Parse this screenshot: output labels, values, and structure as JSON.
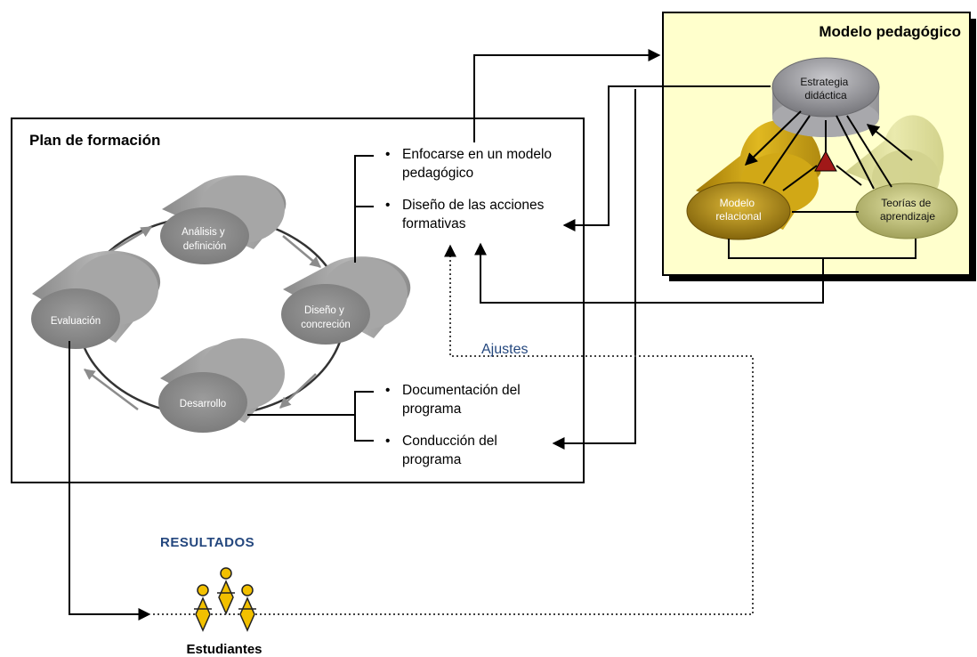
{
  "plan": {
    "title": "Plan de formación",
    "cycle": {
      "analisis": [
        "Análisis y",
        "definición"
      ],
      "diseno": [
        "Diseño y",
        "concreción"
      ],
      "desarrollo": "Desarrollo",
      "evaluacion": "Evaluación"
    },
    "bullets": {
      "enfocarse": [
        "Enfocarse en un modelo",
        "pedagógico"
      ],
      "diseno_acciones": [
        "Diseño de las acciones",
        "formativas"
      ],
      "documentacion": [
        "Documentación del",
        "programa"
      ],
      "conduccion": [
        "Conducción del",
        "programa"
      ]
    }
  },
  "modelo": {
    "title": "Modelo pedagógico",
    "estrategia": [
      "Estrategia",
      "didáctica"
    ],
    "relacional": [
      "Modelo",
      "relacional"
    ],
    "teorias": [
      "Teorías de",
      "aprendizaje"
    ]
  },
  "ajustes": "Ajustes",
  "resultados": "RESULTADOS",
  "estudiantes": "Estudiantes",
  "colors": {
    "panel_bg": "#ffffcc",
    "ajustes_text": "#24477e",
    "triangle": "#a01818",
    "cylinder_gray": "#9a9a9a",
    "gold": "#c8a012",
    "olive": "#b9b96a"
  }
}
